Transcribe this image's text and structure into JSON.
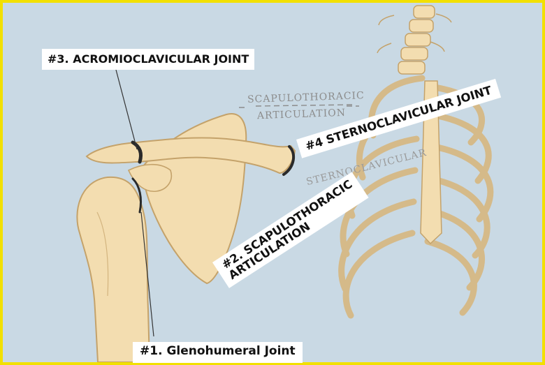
{
  "labels": {
    "glenohumeral": "#1. Glenohumeral Joint",
    "scapulothoracic_line1": "#2. SCAPULOTHORACIC",
    "scapulothoracic_line2": "ARTICULATION",
    "acromioclavicular": "#3. ACROMIOCLAVICULAR JOINT",
    "sternoclavicular": "#4 STERNOCLAVICULAR JOINT"
  },
  "handwritten_annotations": {
    "line1": "SCAPULOTHORACIC",
    "line2": "ARTICULATION",
    "partial": "STERNOCLAVICULAR"
  },
  "colors": {
    "frame": "#f2e000",
    "background": "#c9d9e4",
    "bone_fill": "#f3ddb0",
    "bone_outline": "#c4a26a",
    "joint_mark": "#2a2a2a"
  }
}
